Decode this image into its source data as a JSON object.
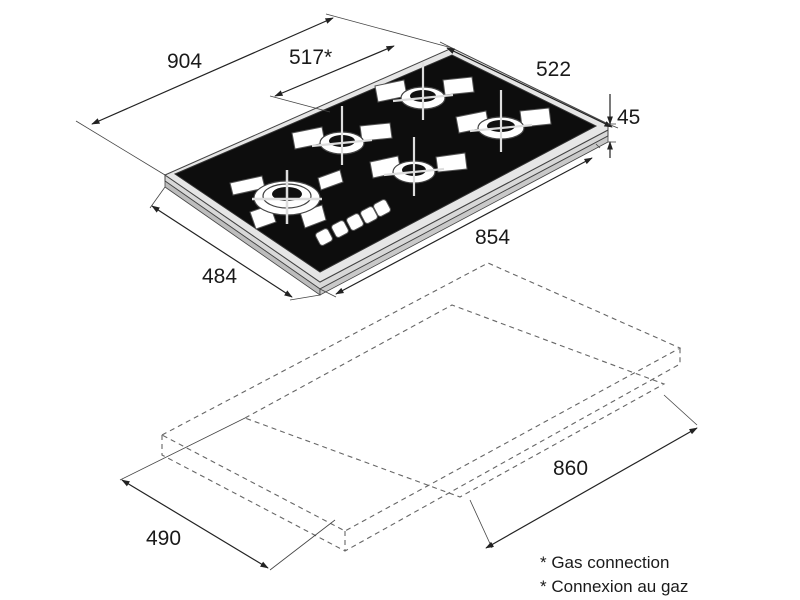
{
  "hob_dimensions": {
    "overall_width": "904",
    "gas_offset": "517*",
    "depth": "522",
    "height": "45",
    "glass_width": "854",
    "glass_depth": "484"
  },
  "cutout_dimensions": {
    "width": "860",
    "depth": "490"
  },
  "notes": {
    "gas_connection_en": "* Gas connection",
    "gas_connection_fr": "* Connexion au gaz"
  }
}
